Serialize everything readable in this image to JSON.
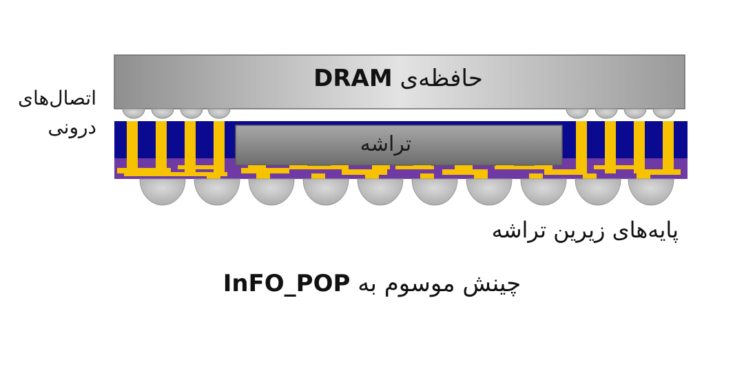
{
  "labels": {
    "dram_prefix": "حافظه‌ی",
    "dram_name": "DRAM",
    "chip": "تراشه",
    "inner_line1": "اتصال‌های",
    "inner_line2": "درونی",
    "pillars": "پایه‌های زیرین تراشه",
    "caption_prefix": "چینش موسوم به",
    "caption_name": "InFO_POP"
  },
  "colors": {
    "dram_top": "#9a9a9a",
    "dram_mid": "#e6e6e6",
    "substrate": "#0a0a90",
    "redistribution": "#6f3aa3",
    "copper": "#f7c200",
    "chip": "#8a8a8a",
    "solder": "#bdbdbd"
  }
}
